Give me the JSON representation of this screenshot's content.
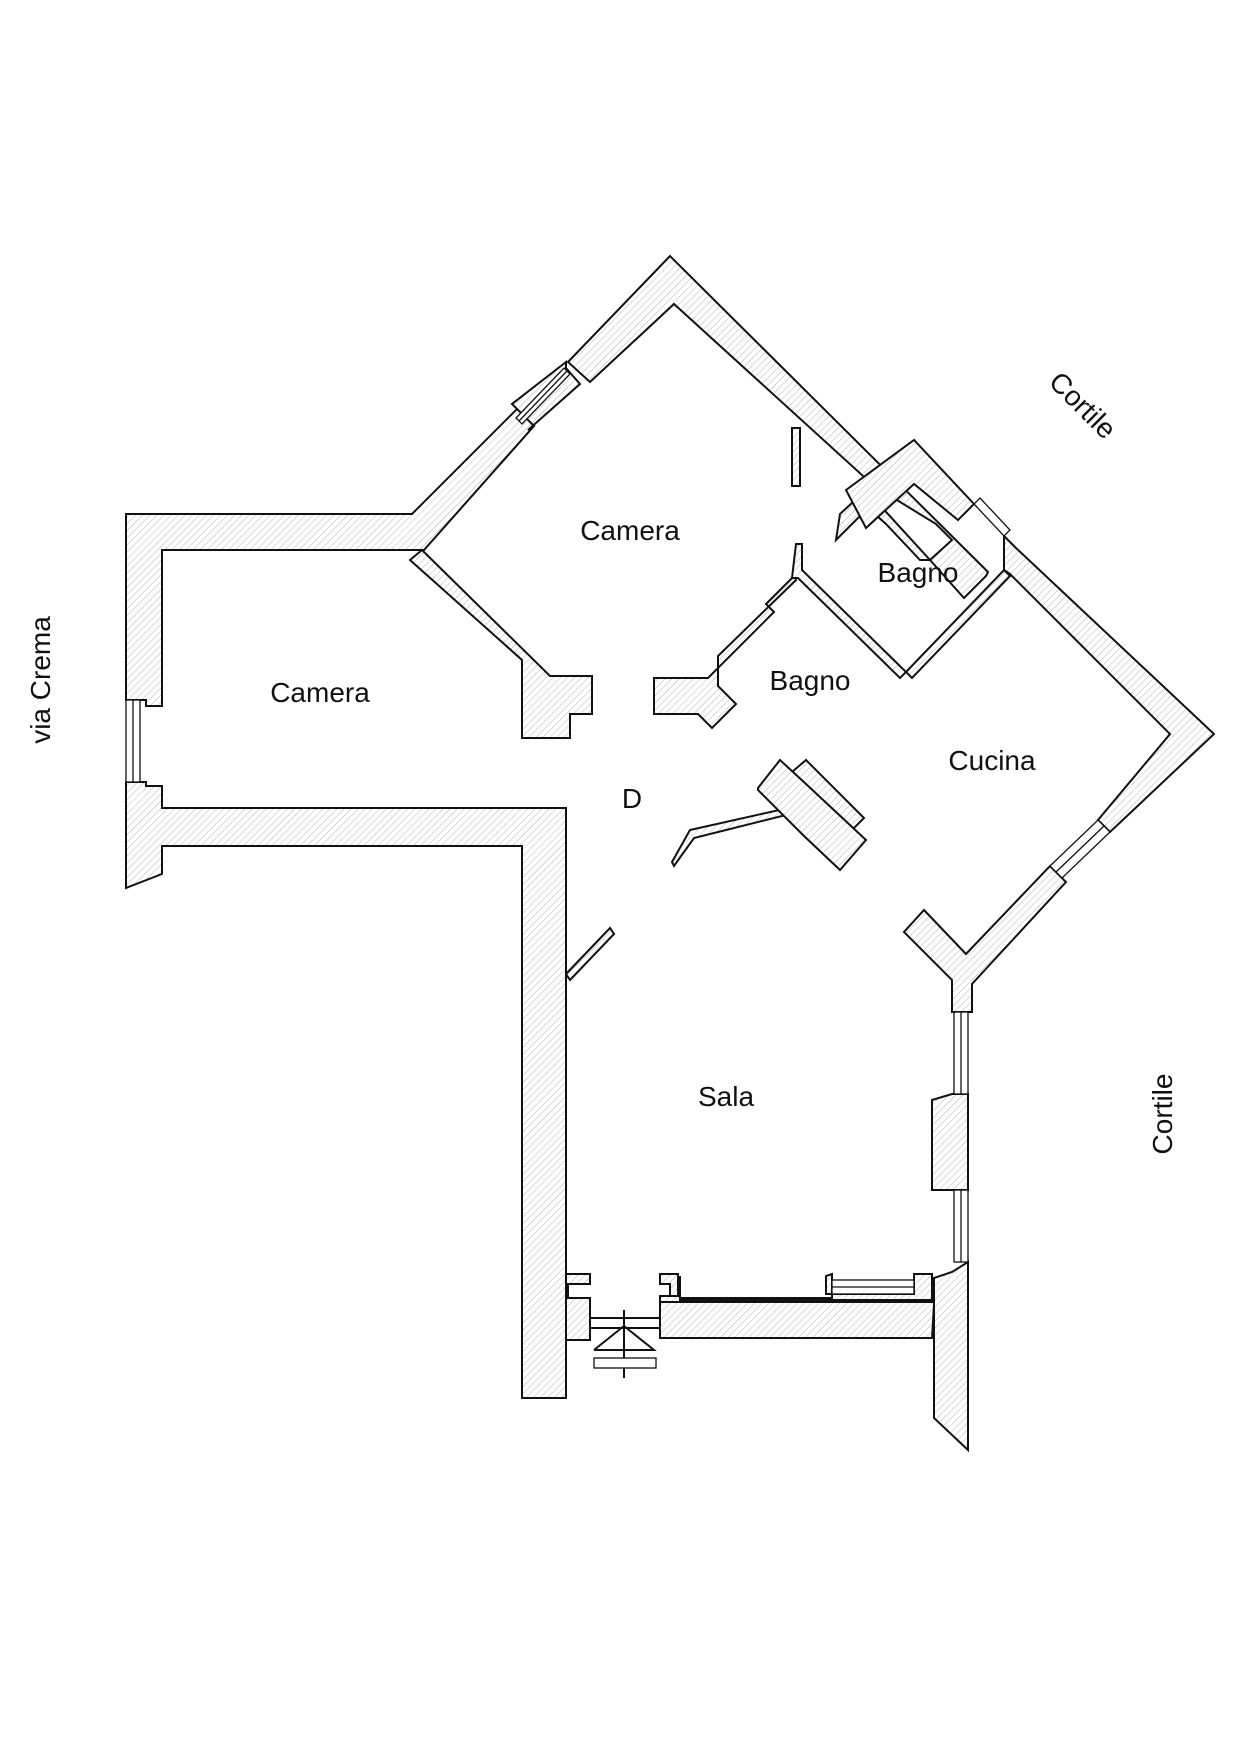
{
  "rooms": {
    "camera_top": "Camera",
    "camera_left": "Camera",
    "bagno_top": "Bagno",
    "bagno_center": "Bagno",
    "cucina": "Cucina",
    "disimpegno": "D",
    "sala": "Sala"
  },
  "surroundings": {
    "street": "via Crema",
    "courtyard_top": "Cortile",
    "courtyard_right": "Cortile"
  }
}
